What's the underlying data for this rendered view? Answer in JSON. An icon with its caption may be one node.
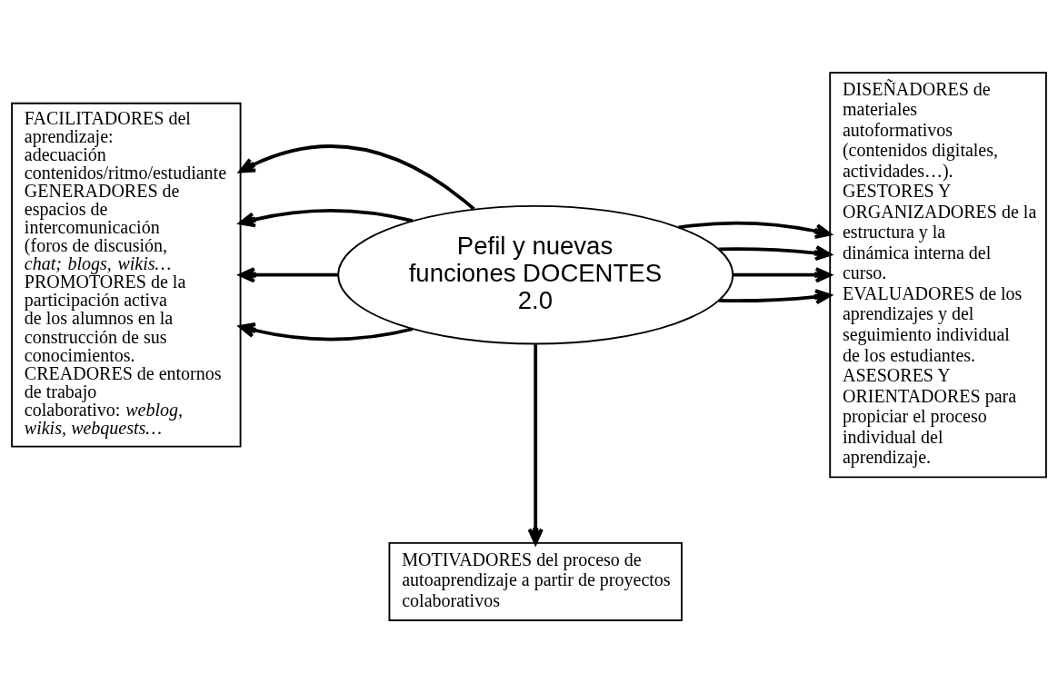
{
  "diagram": {
    "nodes": [
      {
        "text": [
          "FACILITADORES del aprendizaje: adecuación contenidos/ritmo/estudiante",
          "GENERADORES de espacios de intercomunicación (foros de discusión, *chat; blogs, wikis…*",
          "PROMOTORES de la participación activa de los alumnos en la construcción de sus conocimientos.",
          "CREADORES de entornos de trabajo colaborativo: *weblog, wikis, webquests…*"
        ]
      },
      {
        "text": [
          "Pefil y nuevas funciones DOCENTES 2.0"
        ]
      },
      {
        "text": [
          "DISEÑADORES de materiales autoformativos (contenidos digitales, actividades…).",
          "GESTORES Y ORGANIZADORES de la estructura y la dinámica interna del curso.",
          "EVALUADORES de los aprendizajes y del seguimiento individual de los estudiantes.",
          "ASESORES Y ORIENTADORES para propiciar el proceso individual del aprendizaje."
        ]
      },
      {
        "text": [
          "MOTIVADORES del proceso de autoaprendizaje a partir de proyectos colaborativos"
        ]
      }
    ],
    "edges": [
      {
        "from": 1,
        "to": 0,
        "arrow": "to"
      },
      {
        "from": 1,
        "to": 0,
        "arrow": "to"
      },
      {
        "from": 1,
        "to": 2,
        "arrow": "to"
      },
      {
        "from": 1,
        "to": 2,
        "arrow": "to"
      },
      {
        "from": 1,
        "to": 0,
        "arrow": "to"
      },
      {
        "from": 1,
        "to": 0,
        "arrow": "to"
      },
      {
        "from": 1,
        "to": 2,
        "arrow": "to"
      },
      {
        "from": 1,
        "to": 2,
        "arrow": "to"
      },
      {
        "from": 1,
        "to": 3,
        "arrow": "to"
      }
    ]
  }
}
